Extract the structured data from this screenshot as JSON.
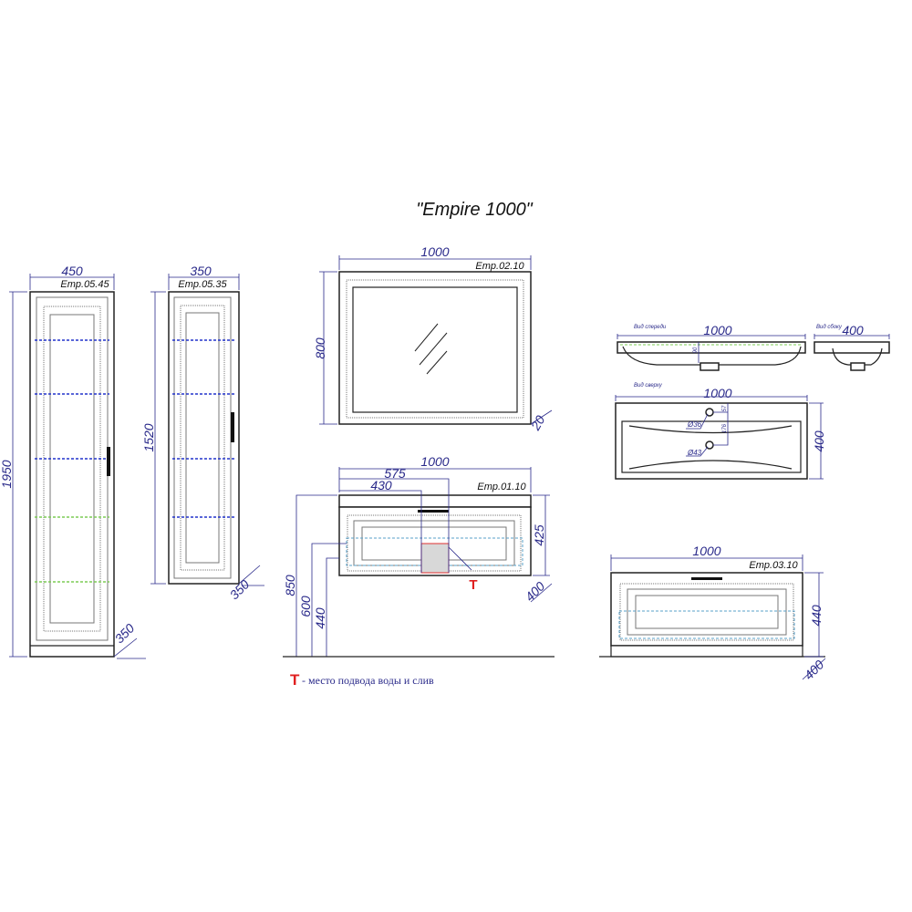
{
  "title": "\"Empire 1000\"",
  "tall_cabinet_1": {
    "code": "Emp.05.45",
    "width": "450",
    "height": "1950",
    "depth": "350"
  },
  "tall_cabinet_2": {
    "code": "Emp.05.35",
    "width": "350",
    "height": "1520",
    "depth": "350"
  },
  "mirror": {
    "code": "Emp.02.10",
    "width": "1000",
    "height": "800",
    "depth": "20"
  },
  "vanity": {
    "code": "Emp.01.10",
    "width": "1000",
    "offset_575": "575",
    "offset_430": "430",
    "height": "425",
    "depth": "400",
    "h_850": "850",
    "h_600": "600",
    "h_440": "440",
    "marker": "T"
  },
  "legend": {
    "marker": "T",
    "text": "- место подвода воды и слив"
  },
  "sink": {
    "front_label": "Вид спереди",
    "front_width": "1000",
    "front_depth_90": "90",
    "side_label": "Вид сбоку",
    "side_width": "400",
    "top_label": "Вид сверху",
    "top_width": "1000",
    "top_depth": "400",
    "hole_1": "Ø36",
    "hole_2": "Ø43",
    "dim_57": "57",
    "dim_176": "176"
  },
  "base_cabinet": {
    "code": "Emp.03.10",
    "width": "1000",
    "height": "440",
    "depth": "400"
  }
}
